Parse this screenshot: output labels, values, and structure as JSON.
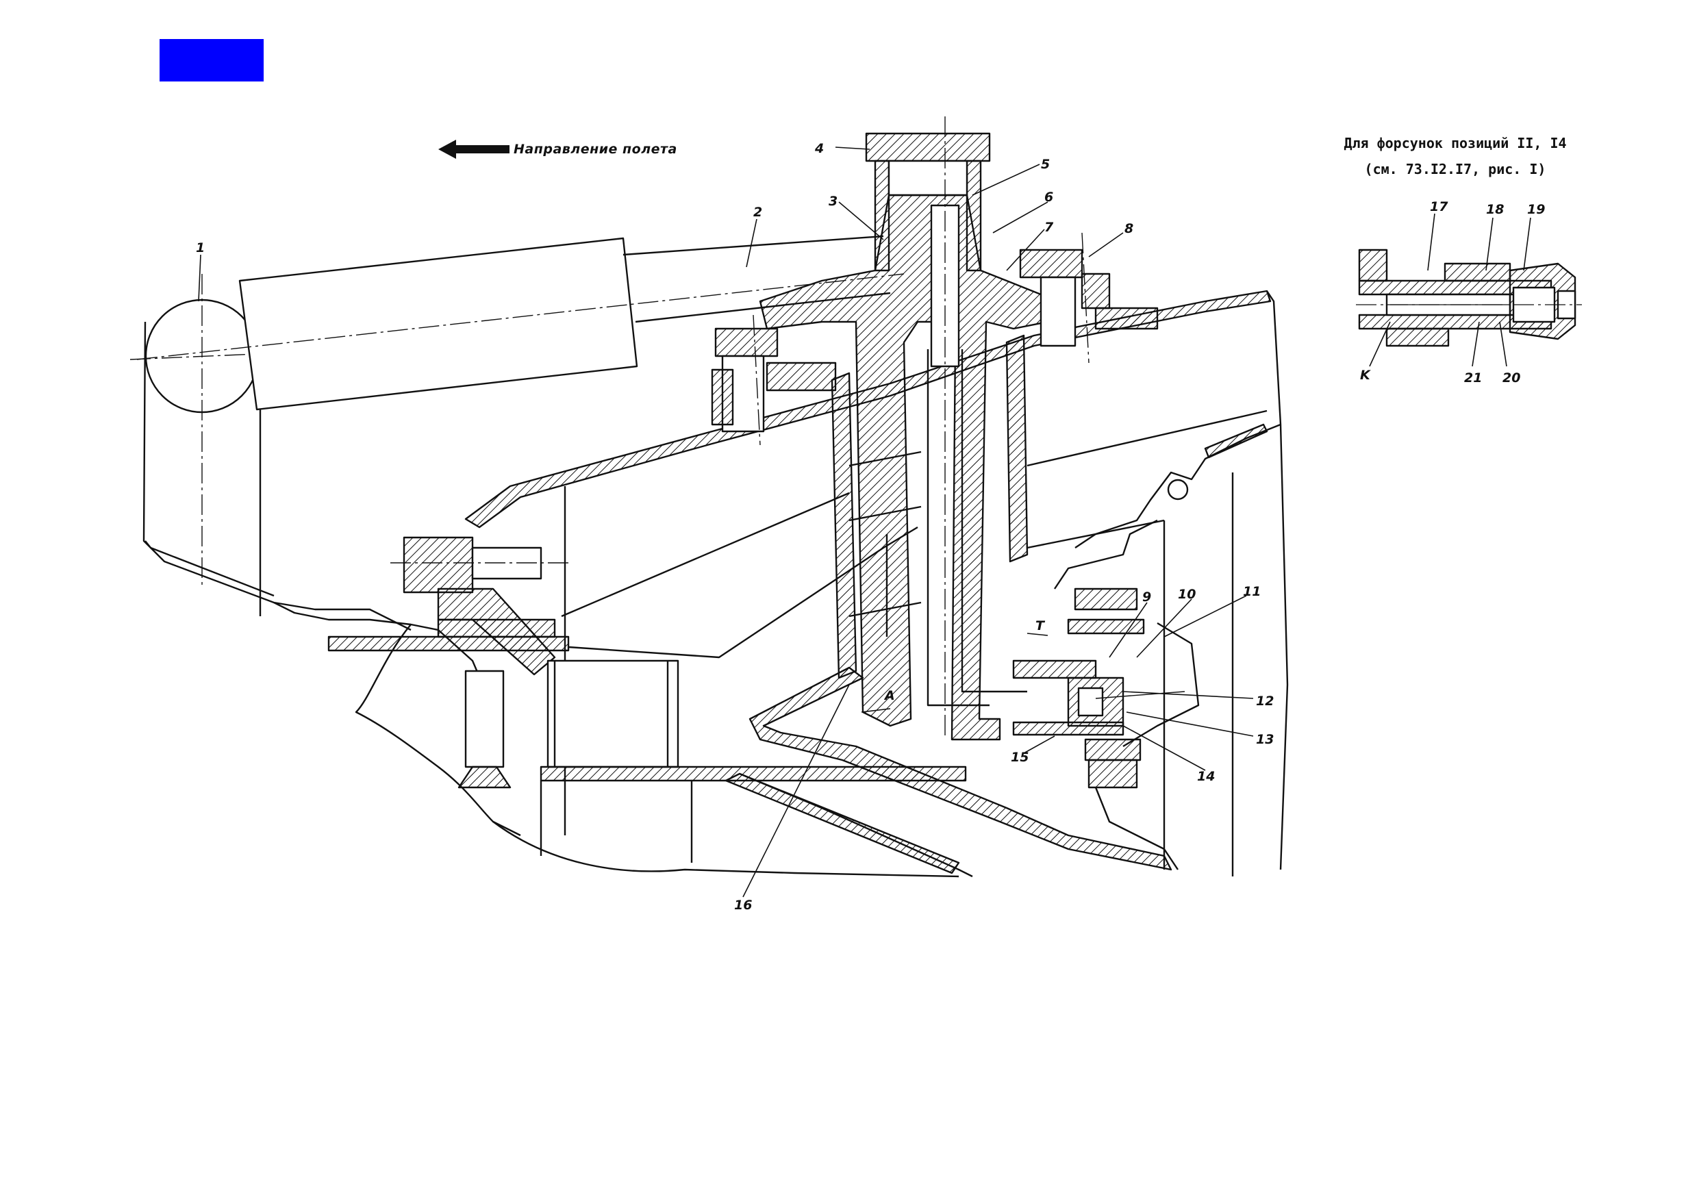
{
  "colors": {
    "marker": "#0000ff",
    "ink": "#111111",
    "paper": "#ffffff"
  },
  "flight_direction": {
    "label": "Направление полета",
    "icon": "arrow-left-icon"
  },
  "inset_note": {
    "line1": "Для форсунок позиций II, I4",
    "line2": "(см. 73.I2.I7, рис. I)"
  },
  "callouts": {
    "c1": "1",
    "c2": "2",
    "c3": "3",
    "c4": "4",
    "c5": "5",
    "c6": "6",
    "c7": "7",
    "c8": "8",
    "c9": "9",
    "c10": "10",
    "c11": "11",
    "c12": "12",
    "c13": "13",
    "c14": "14",
    "c15": "15",
    "c16": "16",
    "c17": "17",
    "c18": "18",
    "c19": "19",
    "c20": "20",
    "c21": "21",
    "cK": "K",
    "cA": "A",
    "cT": "T"
  }
}
